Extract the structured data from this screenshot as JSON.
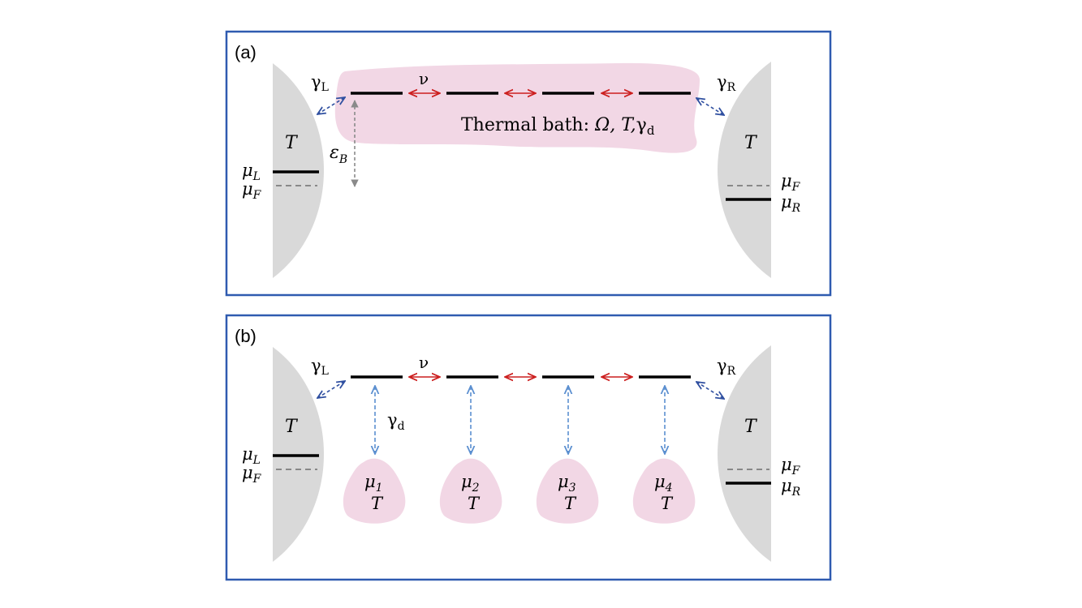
{
  "colors": {
    "frame": "#2f5bb0",
    "lead": "#d9d9d9",
    "bath": "#f2d7e5",
    "hop_arrow": "#cc1f1f",
    "coupling_arrow": "#2f4fa0",
    "probe_arrow": "#5b8fd0",
    "energy_arrow": "#8a8a8a",
    "level": "#000000",
    "fermi": "#888888"
  },
  "panel_a": {
    "label": "(a)",
    "gamma_L": "γ",
    "gamma_L_sub": "L",
    "gamma_R": "γ",
    "gamma_R_sub": "R",
    "nu": "ν",
    "bath_text": "Thermal bath: ",
    "bath_omega": "Ω, ",
    "bath_T": "T,",
    "bath_gamma": "γ",
    "bath_gamma_sub": "d",
    "epsilon": "ε",
    "epsilon_sub": "B",
    "left_T": "T",
    "right_T": "T",
    "mu_L": "μ",
    "mu_L_sub": "L",
    "mu_F_left": "μ",
    "mu_F_left_sub": "F",
    "mu_F_right": "μ",
    "mu_F_right_sub": "F",
    "mu_R": "μ",
    "mu_R_sub": "R"
  },
  "panel_b": {
    "label": "(b)",
    "gamma_L": "γ",
    "gamma_L_sub": "L",
    "gamma_R": "γ",
    "gamma_R_sub": "R",
    "nu": "ν",
    "gamma_d": "γ",
    "gamma_d_sub": "d",
    "left_T": "T",
    "right_T": "T",
    "mu_L": "μ",
    "mu_L_sub": "L",
    "mu_F_left": "μ",
    "mu_F_left_sub": "F",
    "mu_F_right": "μ",
    "mu_F_right_sub": "F",
    "mu_R": "μ",
    "mu_R_sub": "R",
    "probes": [
      {
        "mu": "μ",
        "sub": "1",
        "T": "T"
      },
      {
        "mu": "μ",
        "sub": "2",
        "T": "T"
      },
      {
        "mu": "μ",
        "sub": "3",
        "T": "T"
      },
      {
        "mu": "μ",
        "sub": "4",
        "T": "T"
      }
    ]
  }
}
